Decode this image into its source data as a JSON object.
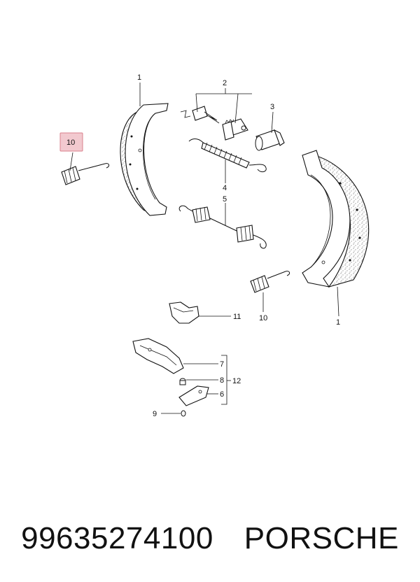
{
  "diagram": {
    "callouts": {
      "c1_top": "1",
      "c2": "2",
      "c3": "3",
      "c4": "4",
      "c5": "5",
      "c10_left": "10",
      "c10_right": "10",
      "c1_right": "1",
      "c11": "11",
      "c7": "7",
      "c8": "8",
      "c12": "12",
      "c6": "6",
      "c9": "9"
    },
    "highlight_color": "#f2c9cf",
    "highlight_border": "#d9818c"
  },
  "footer": {
    "part_number": "99635274100",
    "brand": "PORSCHE"
  }
}
